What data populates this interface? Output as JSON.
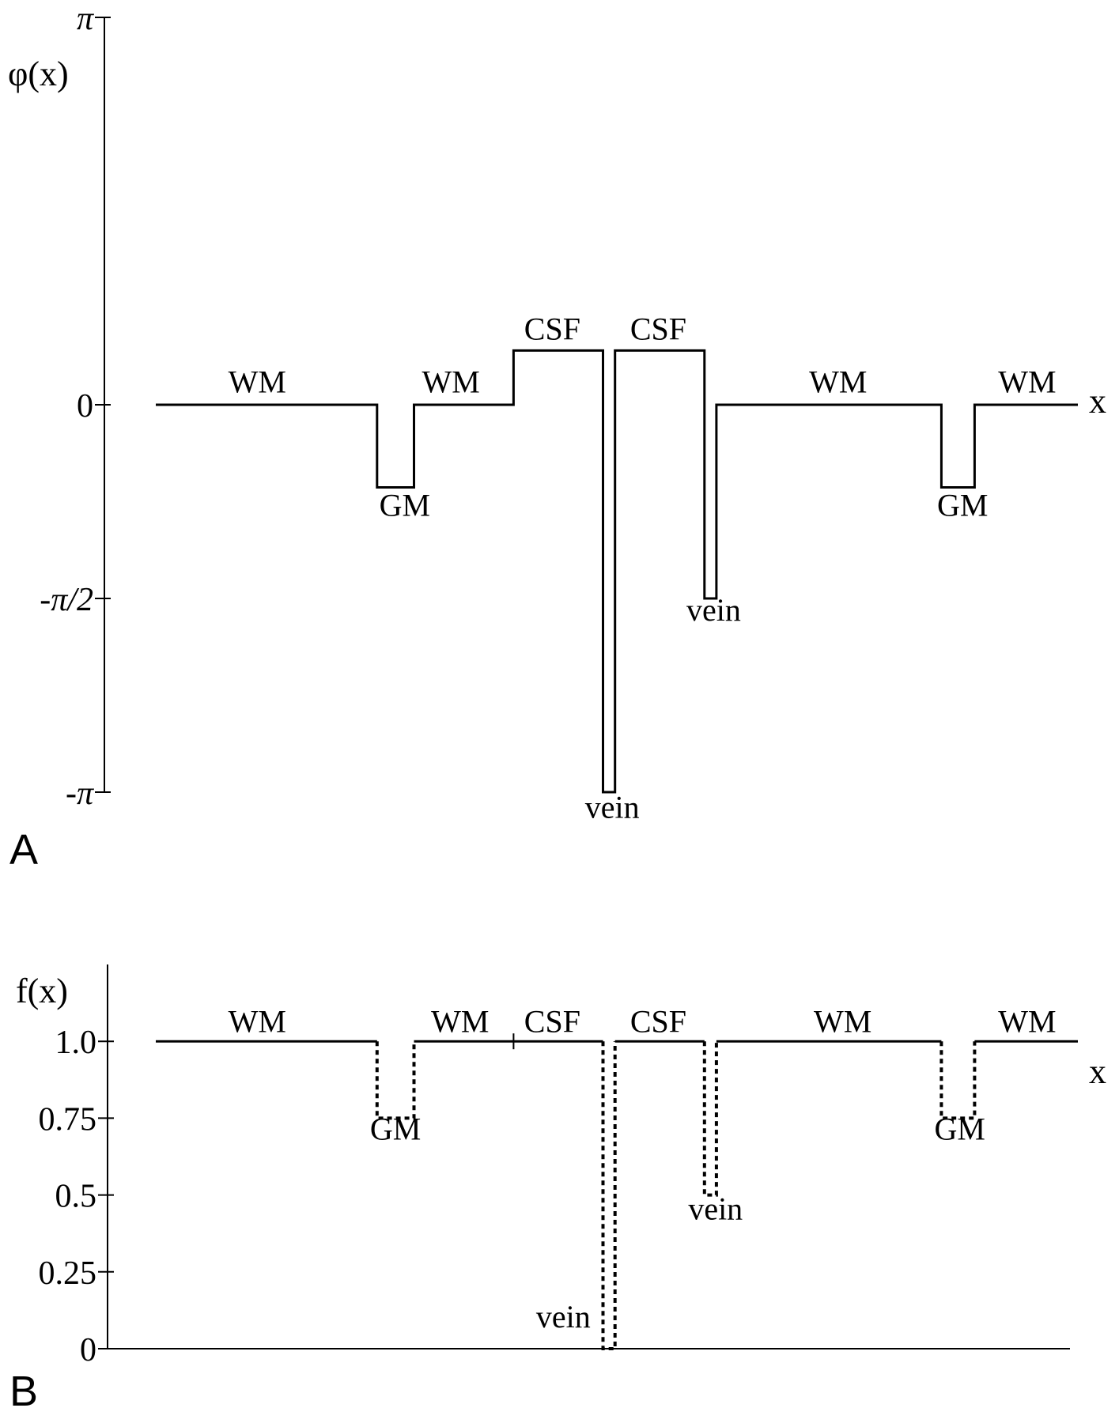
{
  "chart_data": [
    {
      "type": "line",
      "panel_label": "A",
      "ylabel": "φ(x)",
      "xlabel": "x",
      "ylim": [
        -3.1416,
        3.1416
      ],
      "y_ticks": [
        {
          "label": "π",
          "value": 3.1416
        },
        {
          "label": "0",
          "value": 0
        },
        {
          "label": "-π/2",
          "value": -1.5708
        },
        {
          "label": "-π",
          "value": -3.1416
        }
      ],
      "region_labels": [
        {
          "text": "WM",
          "x": 0.11,
          "y": 0.1
        },
        {
          "text": "GM",
          "x": 0.27,
          "y": -0.9
        },
        {
          "text": "WM",
          "x": 0.32,
          "y": 0.1
        },
        {
          "text": "CSF",
          "x": 0.43,
          "y": 0.53
        },
        {
          "text": "vein",
          "x": 0.495,
          "y": -3.35
        },
        {
          "text": "CSF",
          "x": 0.545,
          "y": 0.53
        },
        {
          "text": "vein",
          "x": 0.605,
          "y": -1.75
        },
        {
          "text": "WM",
          "x": 0.74,
          "y": 0.1
        },
        {
          "text": "GM",
          "x": 0.875,
          "y": -0.9
        },
        {
          "text": "WM",
          "x": 0.945,
          "y": 0.1
        }
      ],
      "series": [
        {
          "style": "solid",
          "x": [
            0,
            0.24,
            0.24,
            0.28,
            0.28,
            0.388,
            0.388,
            0.485,
            0.485,
            0.498,
            0.498,
            0.595,
            0.595,
            0.608,
            0.608,
            0.852,
            0.852,
            0.888,
            0.888,
            1.0
          ],
          "y": [
            0,
            0,
            -0.67,
            -0.67,
            0,
            0,
            0.44,
            0.44,
            -3.1416,
            -3.1416,
            0.44,
            0.44,
            -1.5708,
            -1.5708,
            0,
            0,
            -0.67,
            -0.67,
            0,
            0
          ]
        }
      ]
    },
    {
      "type": "line",
      "panel_label": "B",
      "ylabel": "f(x)",
      "xlabel": "x",
      "ylim": [
        0,
        1.25
      ],
      "y_ticks": [
        {
          "label": "1.0",
          "value": 1.0
        },
        {
          "label": "0.75",
          "value": 0.75
        },
        {
          "label": "0.5",
          "value": 0.5
        },
        {
          "label": "0.25",
          "value": 0.25
        },
        {
          "label": "0",
          "value": 0
        }
      ],
      "region_labels": [
        {
          "text": "WM",
          "x": 0.11,
          "y": 1.03
        },
        {
          "text": "GM",
          "x": 0.26,
          "y": 0.68
        },
        {
          "text": "WM",
          "x": 0.33,
          "y": 1.03
        },
        {
          "text": "CSF",
          "x": 0.43,
          "y": 1.03
        },
        {
          "text": "vein",
          "x": 0.442,
          "y": 0.07
        },
        {
          "text": "CSF",
          "x": 0.545,
          "y": 1.03
        },
        {
          "text": "vein",
          "x": 0.607,
          "y": 0.42
        },
        {
          "text": "WM",
          "x": 0.745,
          "y": 1.03
        },
        {
          "text": "GM",
          "x": 0.872,
          "y": 0.68
        },
        {
          "text": "WM",
          "x": 0.945,
          "y": 1.03
        }
      ],
      "series": [
        {
          "style": "solid",
          "segments": [
            {
              "x": [
                0,
                0.24
              ],
              "y": [
                1,
                1
              ]
            },
            {
              "x": [
                0.28,
                0.485
              ],
              "y": [
                1,
                1
              ]
            },
            {
              "x": [
                0.498,
                0.595
              ],
              "y": [
                1,
                1
              ]
            },
            {
              "x": [
                0.608,
                0.852
              ],
              "y": [
                1,
                1
              ]
            },
            {
              "x": [
                0.888,
                1.0
              ],
              "y": [
                1,
                1
              ]
            }
          ]
        },
        {
          "style": "dotted",
          "segments": [
            {
              "x": [
                0.24,
                0.24,
                0.28,
                0.28
              ],
              "y": [
                1,
                0.75,
                0.75,
                1
              ]
            },
            {
              "x": [
                0.485,
                0.485,
                0.498,
                0.498
              ],
              "y": [
                1,
                0,
                0,
                1
              ]
            },
            {
              "x": [
                0.595,
                0.595,
                0.608,
                0.608
              ],
              "y": [
                1,
                0.5,
                0.5,
                1
              ]
            },
            {
              "x": [
                0.852,
                0.852,
                0.888,
                0.888
              ],
              "y": [
                1,
                0.75,
                0.75,
                1
              ]
            }
          ]
        }
      ],
      "marks": [
        {
          "x": 0.388,
          "y": 1
        }
      ]
    }
  ]
}
